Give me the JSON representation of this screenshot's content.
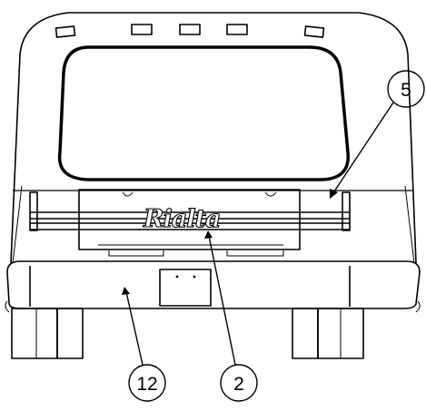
{
  "callouts": [
    {
      "id": "callout-5",
      "label": "5"
    },
    {
      "id": "callout-2",
      "label": "2"
    },
    {
      "id": "callout-12",
      "label": "12"
    }
  ],
  "logo_text": "Rialta",
  "colors": {
    "line": "#000000",
    "background": "#ffffff"
  }
}
